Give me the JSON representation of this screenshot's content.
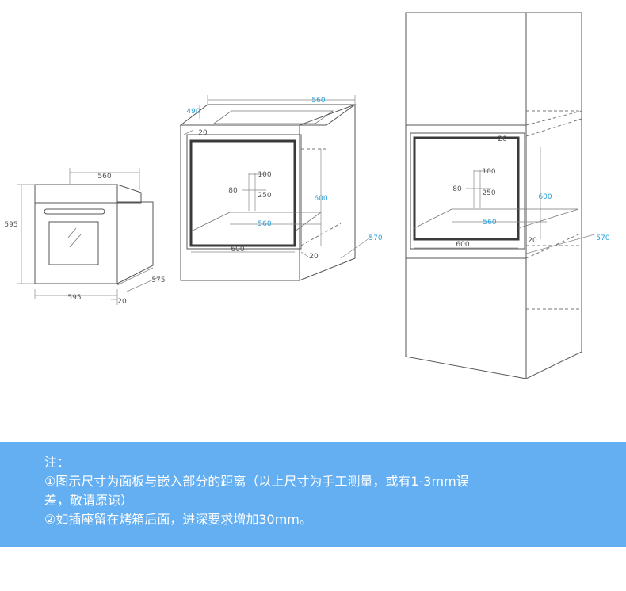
{
  "oven": {
    "dim_top_width": "560",
    "dim_height": "595",
    "dim_front_width": "595",
    "dim_depth": "575",
    "dim_panel": "20"
  },
  "cabinet_under": {
    "dim_top_depth": "490",
    "dim_top_width": "560",
    "dim_panel": "20",
    "dim_bottom_width": "600",
    "dim_height": "600",
    "dim_inner_width": "560",
    "dim_right_depth": "20",
    "dim_side_depth": "570",
    "dim_vent_100": "100",
    "dim_vent_80": "80",
    "dim_vent_250": "250"
  },
  "cabinet_tall": {
    "dim_panel": "20",
    "dim_height": "600",
    "dim_bottom_width": "600",
    "dim_inner_width": "560",
    "dim_right_depth": "20",
    "dim_side_depth": "570",
    "dim_vent_100": "100",
    "dim_vent_80": "80",
    "dim_vent_250": "250"
  },
  "note": {
    "title": "注：",
    "line1": "①图示尺寸为面板与嵌入部分的距离（以上尺寸为手工测量，或有1-3mm误",
    "line2": "差，敬请原谅）",
    "line3": "②如插座留在烤箱后面，进深要求增加30mm。"
  }
}
